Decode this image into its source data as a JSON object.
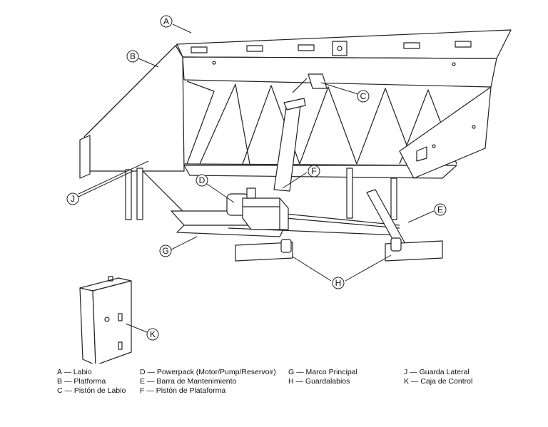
{
  "callouts": [
    "A",
    "B",
    "C",
    "D",
    "E",
    "F",
    "G",
    "H",
    "J",
    "K"
  ],
  "legend": {
    "col1": [
      "A — Labio",
      "B — Platforma",
      "C — Pistón de Labio"
    ],
    "col2": [
      "D — Powerpack (Motor/Pump/Reservoir)",
      "E — Barra de Mantenimiento",
      "F — Pistón de Plataforma"
    ],
    "col3": [
      "G — Marco Principal",
      "H — Guardalabios"
    ],
    "col4": [
      "J — Guarda Lateral",
      "K — Caja de Control"
    ]
  }
}
